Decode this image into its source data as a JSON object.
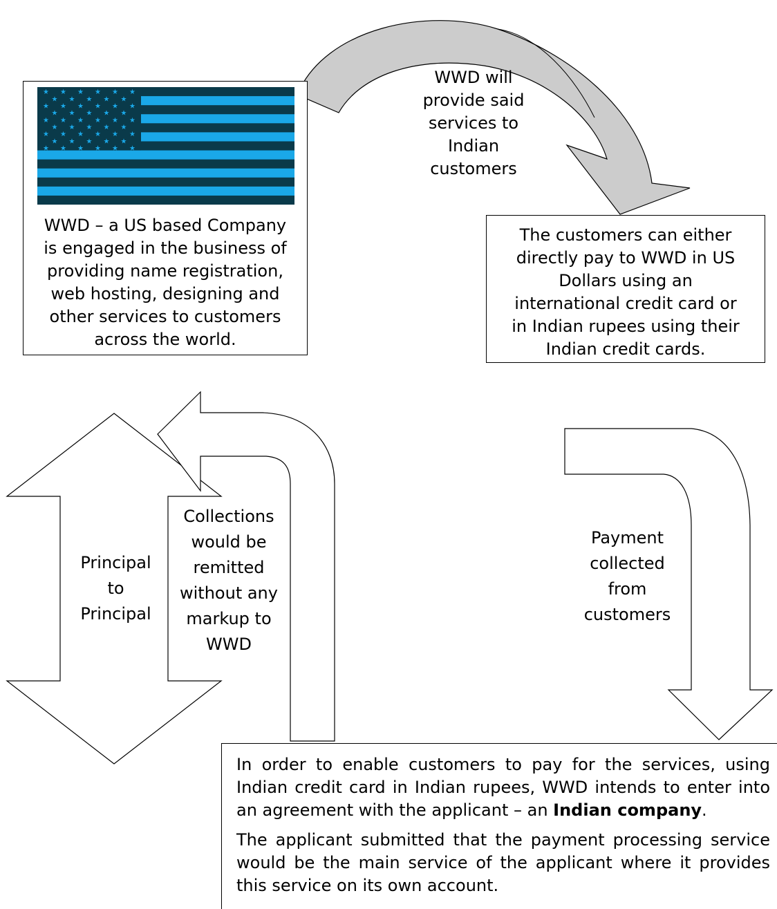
{
  "us_company": {
    "lines": [
      "WWD – a US based Company",
      "is engaged in the business of",
      "providing name registration,",
      "web hosting, designing and",
      "other services to customers",
      "across the world."
    ]
  },
  "provide_arrow": {
    "lines": [
      "WWD will",
      "provide said",
      "services to",
      "Indian",
      "customers"
    ],
    "fill_color": "#cccccc"
  },
  "customers_box": {
    "lines": [
      "The customers can either",
      "directly pay to WWD in US",
      "Dollars using an",
      "international credit card or",
      "in Indian rupees using their",
      "Indian credit cards."
    ]
  },
  "principal_arrow": {
    "lines": [
      "Principal",
      "to",
      "Principal"
    ]
  },
  "collections_arrow": {
    "lines": [
      "Collections",
      "would be",
      "remitted",
      "without any",
      "markup to",
      "WWD"
    ]
  },
  "payment_arrow": {
    "lines": [
      "Payment",
      "collected",
      "from",
      "customers"
    ]
  },
  "india_box": {
    "p1_before": "In order to enable customers to pay for the services, using Indian credit card in Indian rupees, WWD intends to enter into an agreement with the applicant – an ",
    "p1_bold": "Indian company",
    "p1_after": ".",
    "p2": "The applicant submitted that the payment processing service would be the main service of the applicant where it provides this service on its own account."
  },
  "colors": {
    "flag_dark": "#0a3a4a",
    "flag_light": "#1aa8e8",
    "star": "#1aa8e8"
  }
}
